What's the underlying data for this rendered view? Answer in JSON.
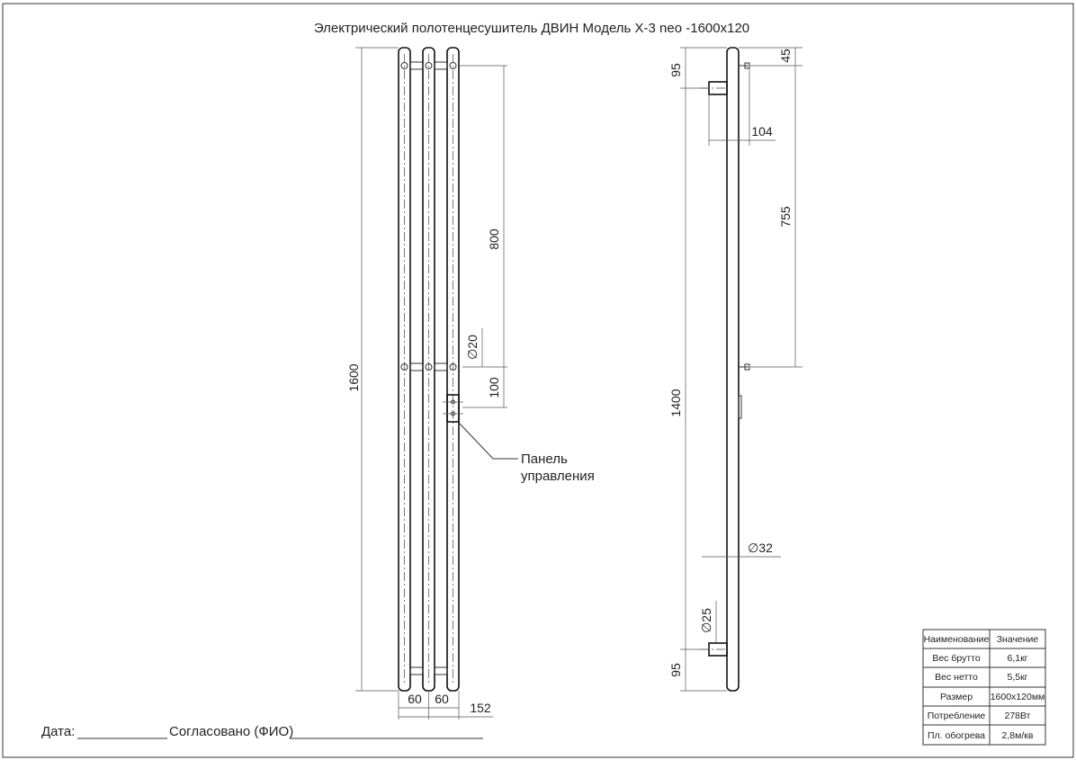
{
  "title": "Электрический полотенцесушитель ДВИН Модель X-3 neo -1600x120",
  "front_view": {
    "dim_total_height": "1600",
    "dim_upper": "800",
    "dim_diameter": "∅20",
    "dim_lower": "100",
    "dim_spacing_left": "60",
    "dim_spacing_right": "60",
    "dim_total_width": "152",
    "panel_label_line1": "Панель",
    "panel_label_line2": "управления"
  },
  "side_view": {
    "dim_top_left": "95",
    "dim_top_right": "45",
    "dim_depth": "104",
    "dim_mount_distance": "755",
    "dim_length": "1400",
    "dim_tube_diameter": "∅32",
    "dim_connector_diameter": "∅25",
    "dim_bottom_left": "95"
  },
  "footer": {
    "date_label": "Дата:",
    "approved_label": "Согласовано (ФИО)"
  },
  "spec_table": {
    "header_name": "Наименование",
    "header_value": "Значение",
    "rows": [
      {
        "name": "Вес брутто",
        "value": "6,1кг"
      },
      {
        "name": "Вес нетто",
        "value": "5,5кг"
      },
      {
        "name": "Размер",
        "value": "1600x120мм"
      },
      {
        "name": "Потребление",
        "value": "278Вт"
      },
      {
        "name": "Пл. обогрева",
        "value": "2,8м/кв"
      }
    ]
  }
}
